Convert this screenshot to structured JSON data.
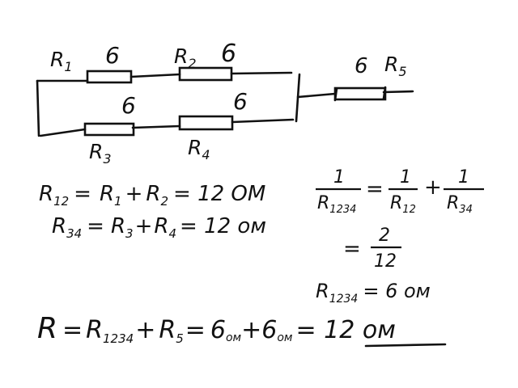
{
  "circuit": {
    "r1": {
      "label": "R",
      "sub": "1",
      "value": "6"
    },
    "r2": {
      "label": "R",
      "sub": "2",
      "value": "6"
    },
    "r3": {
      "label": "R",
      "sub": "3",
      "value": "6"
    },
    "r4": {
      "label": "R",
      "sub": "4",
      "value": "6"
    },
    "r5": {
      "label": "R",
      "sub": "5",
      "value": "6"
    }
  },
  "equations": {
    "r12": {
      "lhs": "R",
      "lhs_sub": "12",
      "eq1": "=",
      "t1": "R",
      "t1_sub": "1",
      "plus": "+",
      "t2": "R",
      "t2_sub": "2",
      "result": "= 12 ОМ"
    },
    "r34": {
      "lhs": "R",
      "lhs_sub": "34",
      "eq1": "=",
      "t1": "R",
      "t1_sub": "3",
      "plus": "+",
      "t2": "R",
      "t2_sub": "4",
      "result": "= 12 ом"
    },
    "parallel": {
      "num": "1",
      "lhs_den": "R",
      "lhs_den_sub": "1234",
      "eq": "=",
      "t1_den": "R",
      "t1_den_sub": "12",
      "plus": "+",
      "t2_den": "R",
      "t2_den_sub": "34",
      "eq2": "=",
      "frac_num": "2",
      "frac_den": "12"
    },
    "r1234": {
      "lhs": "R",
      "lhs_sub": "1234",
      "result": "= 6 ом"
    },
    "total": {
      "lhs": "R",
      "eq": "=",
      "t1": "R",
      "t1_sub": "1234",
      "plus": "+",
      "t2": "R",
      "t2_sub": "5",
      "eq2": "=",
      "v1": "6",
      "u1": "ом",
      "plus2": "+",
      "v2": "6",
      "u2": "ом",
      "result": "= 12 ом"
    }
  }
}
